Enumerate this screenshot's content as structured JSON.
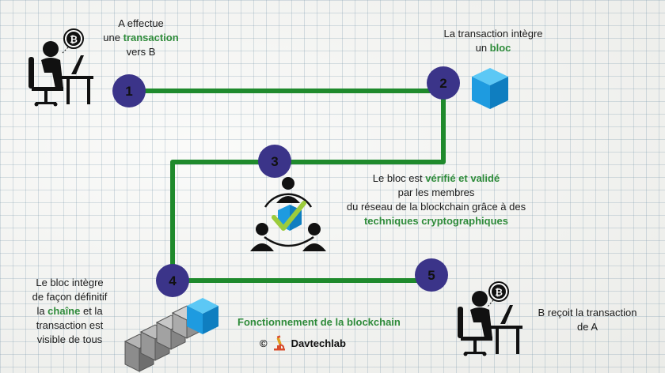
{
  "steps": [
    {
      "number": "1",
      "lines": [
        [
          "A effectue"
        ],
        [
          "une ",
          {
            "hl": "transaction"
          }
        ],
        [
          "vers B"
        ]
      ]
    },
    {
      "number": "2",
      "lines": [
        [
          "La transaction intègre"
        ],
        [
          "un ",
          {
            "hl": "bloc"
          }
        ]
      ]
    },
    {
      "number": "3",
      "lines": [
        [
          "Le bloc est ",
          {
            "hl": "vérifié et validé"
          }
        ],
        [
          "par les membres"
        ],
        [
          "du réseau de la blockchain grâce à des"
        ],
        [
          {
            "hl": "techniques cryptographiques"
          }
        ]
      ]
    },
    {
      "number": "4",
      "lines": [
        [
          "Le bloc intègre"
        ],
        [
          "de façon définitif"
        ],
        [
          "la ",
          {
            "hl": "chaîne"
          },
          " et la"
        ],
        [
          "transaction est"
        ],
        [
          "visible de tous"
        ]
      ]
    },
    {
      "number": "5",
      "lines": [
        [
          "B reçoit la transaction"
        ],
        [
          "de A"
        ]
      ]
    }
  ],
  "footer": {
    "title": "Fonctionnement de la blockchain",
    "copyright": "©",
    "brand": "Davtechlab"
  },
  "colors": {
    "path": "#1f8a2c",
    "node": "#3b3489",
    "highlight": "#2e8b3a",
    "cube": "#1e9be0"
  },
  "icons": [
    "person-at-computer-icon",
    "bitcoin-icon",
    "cube-icon",
    "network-validation-icon",
    "blockchain-cubes-icon",
    "microscope-icon"
  ]
}
